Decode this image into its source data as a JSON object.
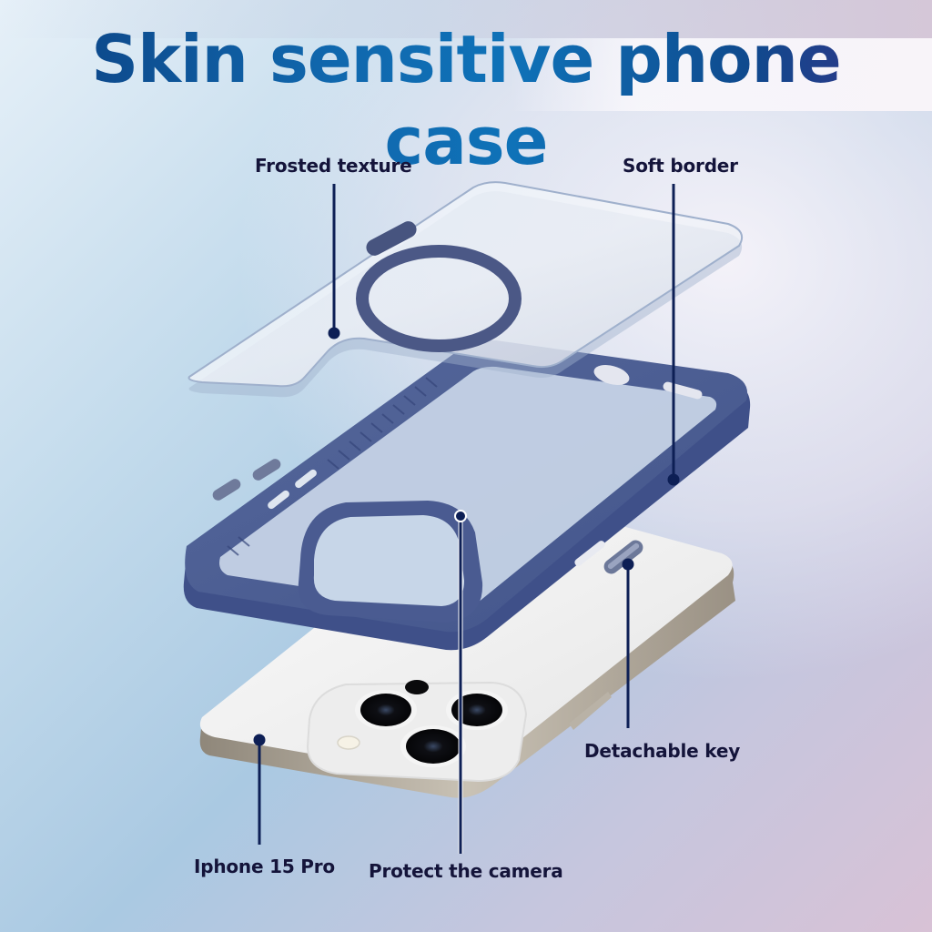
{
  "title": "Skin sensitive phone case",
  "callouts": {
    "frosted_texture": "Frosted texture",
    "soft_border": "Soft border",
    "detachable_key": "Detachable key",
    "iphone": "Iphone 15 Pro",
    "protect_camera": "Protect the camera"
  },
  "colors": {
    "title_start": "#0c3f80",
    "title_mid": "#0f72b8",
    "title_end": "#3a2f86",
    "case_frame": "#4b5d92",
    "leader_line": "#0d1f55",
    "label_text": "#14143a",
    "phone_body": "#f2f2f2",
    "phone_frame": "#a49b8c"
  },
  "product": {
    "components": [
      "frosted-back-panel",
      "soft-bumper-frame",
      "detachable-buttons",
      "phone"
    ],
    "phone_model": "Iphone 15 Pro"
  }
}
